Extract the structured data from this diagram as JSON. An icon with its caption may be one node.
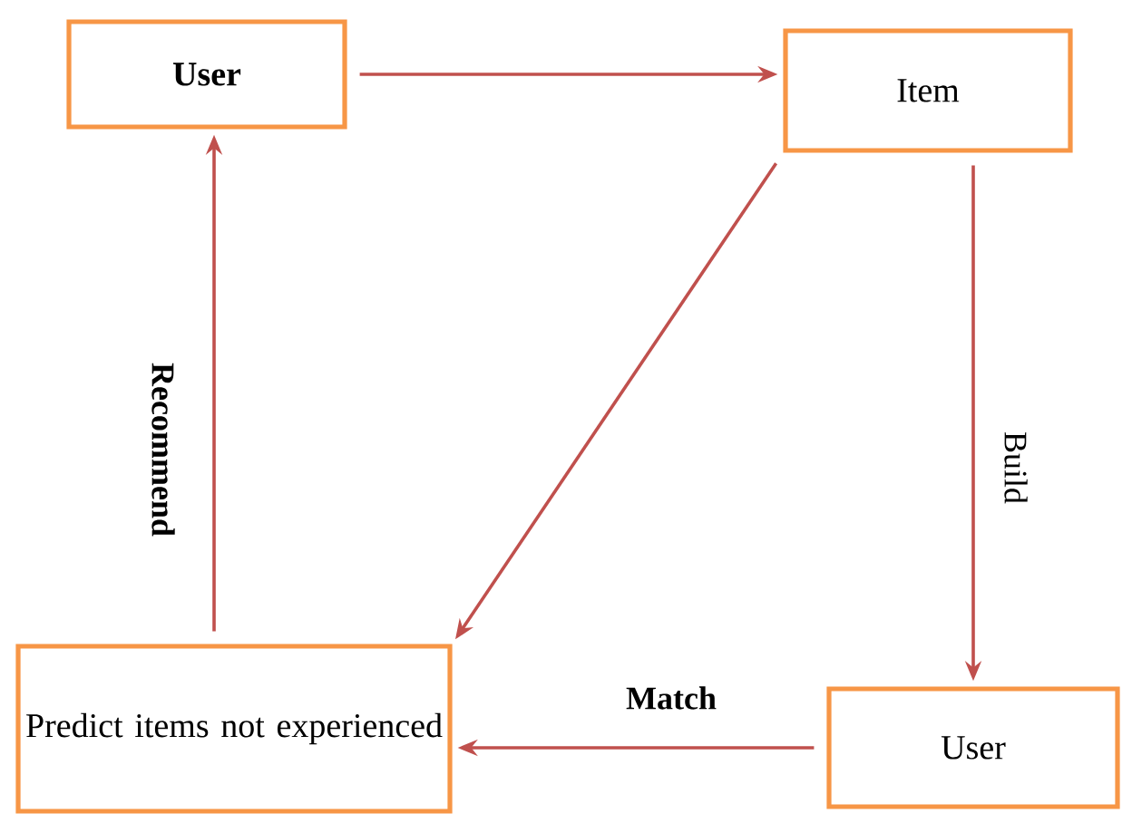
{
  "diagram": {
    "nodes": [
      {
        "text": [
          "User"
        ]
      },
      {
        "text": [
          "Item"
        ]
      },
      {
        "text": [
          "Predict items not experienced"
        ]
      },
      {
        "text": [
          "User"
        ]
      }
    ],
    "edges": [
      {
        "from": 0,
        "to": 1,
        "arrow": "to"
      },
      {
        "from": 1,
        "to": 3,
        "arrow": "to",
        "label": "Build"
      },
      {
        "from": 1,
        "to": 2,
        "arrow": "to"
      },
      {
        "from": 3,
        "to": 2,
        "arrow": "to",
        "label": "Match"
      },
      {
        "from": 2,
        "to": 0,
        "arrow": "to",
        "label": "Recommend"
      }
    ]
  }
}
